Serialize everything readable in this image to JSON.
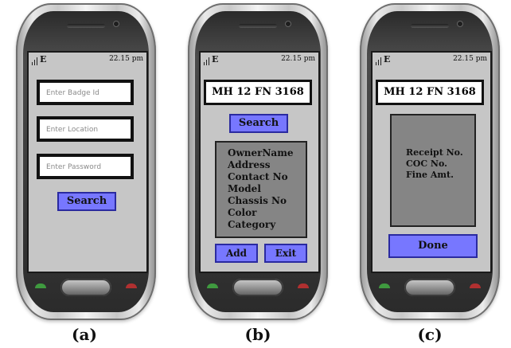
{
  "status": {
    "network": "E",
    "time": "22.15 pm"
  },
  "screen_a": {
    "badge_placeholder": "Enter Badge Id",
    "location_placeholder": "Enter Location",
    "password_placeholder": "Enter Password",
    "search_label": "Search"
  },
  "screen_b": {
    "plate": "MH 12 FN 3168",
    "search_label": "Search",
    "fields": [
      "OwnerName",
      "Address",
      "Contact No",
      "Model",
      "Chassis No",
      "Color",
      "Category"
    ],
    "add_label": "Add",
    "exit_label": "Exit"
  },
  "screen_c": {
    "plate": "MH 12 FN 3168",
    "fields": [
      "Receipt No.",
      "COC No.",
      "Fine Amt."
    ],
    "done_label": "Done"
  },
  "captions": [
    "(a)",
    "(b)",
    "(c)"
  ],
  "colors": {
    "button": "#7777ff",
    "screen_bg": "#c6c6c6",
    "panel": "#858585"
  }
}
